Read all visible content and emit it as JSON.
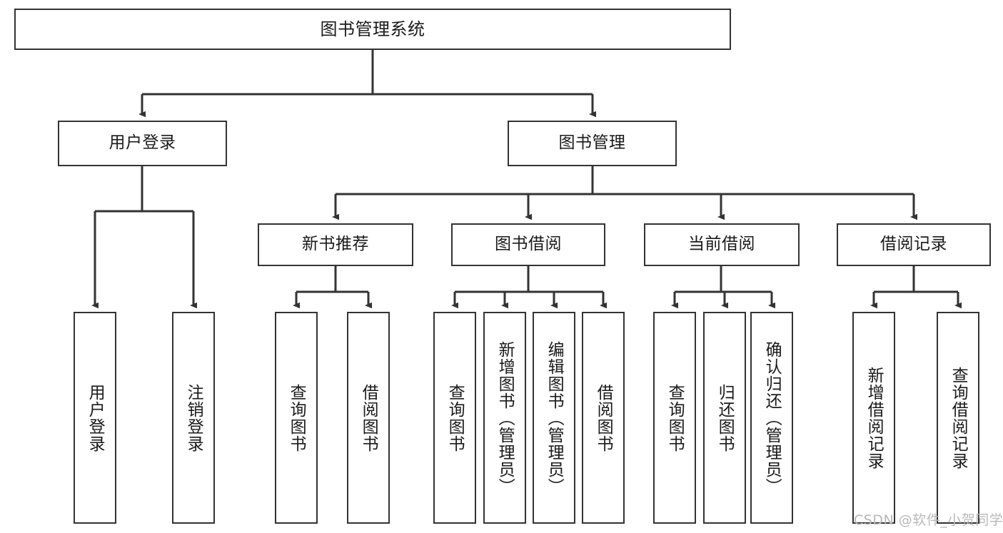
{
  "diagram": {
    "title": "图书管理系统",
    "watermark": "CSDN @软件_小贺同学",
    "colors": {
      "box_border": "#333333",
      "box_fill": "#ffffff",
      "edge": "#333333",
      "background": "#ffffff",
      "watermark": "#b9b9b9"
    },
    "nodes": {
      "root": {
        "label": "图书管理系统"
      },
      "level2": [
        {
          "label": "用户登录"
        },
        {
          "label": "图书管理"
        }
      ],
      "level3": [
        {
          "label": "新书推荐"
        },
        {
          "label": "图书借阅"
        },
        {
          "label": "当前借阅"
        },
        {
          "label": "借阅记录"
        }
      ],
      "leaves_user_login": [
        {
          "label": "用户登录"
        },
        {
          "label": "注销登录"
        }
      ],
      "leaves_new_books": [
        {
          "label": "查询图书"
        },
        {
          "label": "借阅图书"
        }
      ],
      "leaves_borrow": [
        {
          "label": "查询图书"
        },
        {
          "label": "新增图书（管理员）"
        },
        {
          "label": "编辑图书（管理员）"
        },
        {
          "label": "借阅图书"
        }
      ],
      "leaves_current": [
        {
          "label": "查询图书"
        },
        {
          "label": "归还图书"
        },
        {
          "label": "确认归还（管理员）"
        }
      ],
      "leaves_records": [
        {
          "label": "新增借阅记录"
        },
        {
          "label": "查询借阅记录"
        }
      ]
    }
  }
}
